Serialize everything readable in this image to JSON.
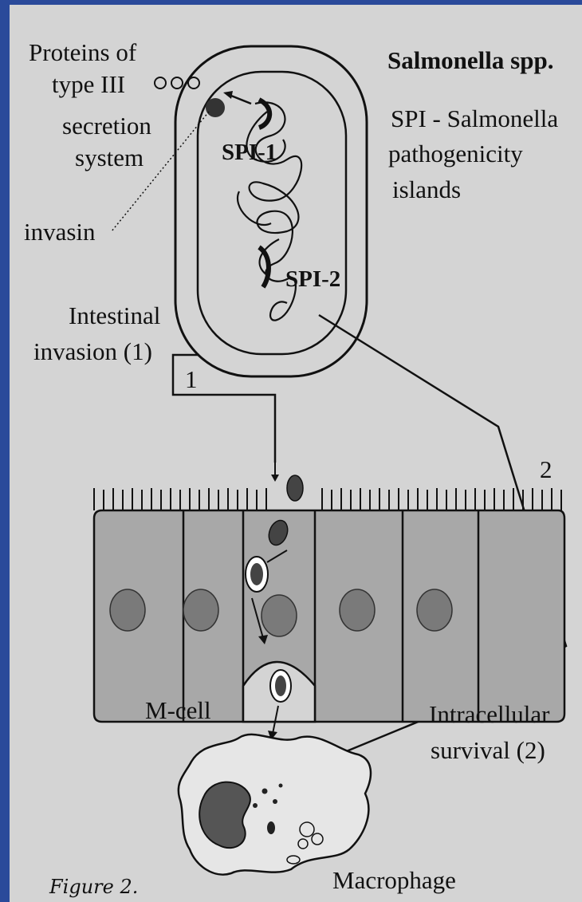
{
  "labels": {
    "proteins_line1": "Proteins of",
    "proteins_line2": "type III",
    "proteins_line3": "secretion",
    "proteins_line4": "system",
    "salmonella": "Salmonella spp.",
    "spi_line1": "SPI - Salmonella",
    "spi_line2": "pathogenicity",
    "spi_line3": "islands",
    "invasin": "invasin",
    "spi1": "SPI-1",
    "spi2": "SPI-2",
    "invasion_line1": "Intestinal",
    "invasion_line2": "invasion (1)",
    "route1": "1",
    "route2": "2",
    "mcell": "M-cell",
    "survival_line1": "Intracellular",
    "survival_line2": "survival (2)",
    "macrophage": "Macrophage",
    "figure": "Figure 2."
  },
  "colors": {
    "background": "#2a4a9a",
    "paper": "#d4d4d4",
    "ink": "#111111",
    "cell_fill": "#a8a8a8",
    "nucleus_fill": "#7a7a7a"
  }
}
